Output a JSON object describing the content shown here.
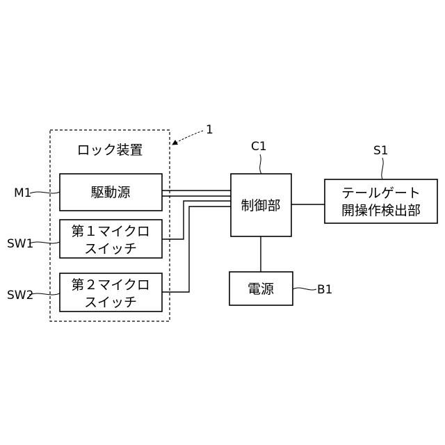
{
  "diagram": {
    "lock_device_title": "ロック装置",
    "lock_device_ref": "1",
    "drive_source": {
      "label": "駆動源",
      "ref": "M1"
    },
    "micro_switch_1": {
      "line1": "第１マイクロ",
      "line2": "スイッチ",
      "ref": "SW1"
    },
    "micro_switch_2": {
      "line1": "第２マイクロ",
      "line2": "スイッチ",
      "ref": "SW2"
    },
    "controller": {
      "label": "制御部",
      "ref": "C1"
    },
    "tailgate_sensor": {
      "line1": "テールゲート",
      "line2": "開操作検出部",
      "ref": "S1"
    },
    "power_supply": {
      "label": "電源",
      "ref": "B1"
    }
  }
}
